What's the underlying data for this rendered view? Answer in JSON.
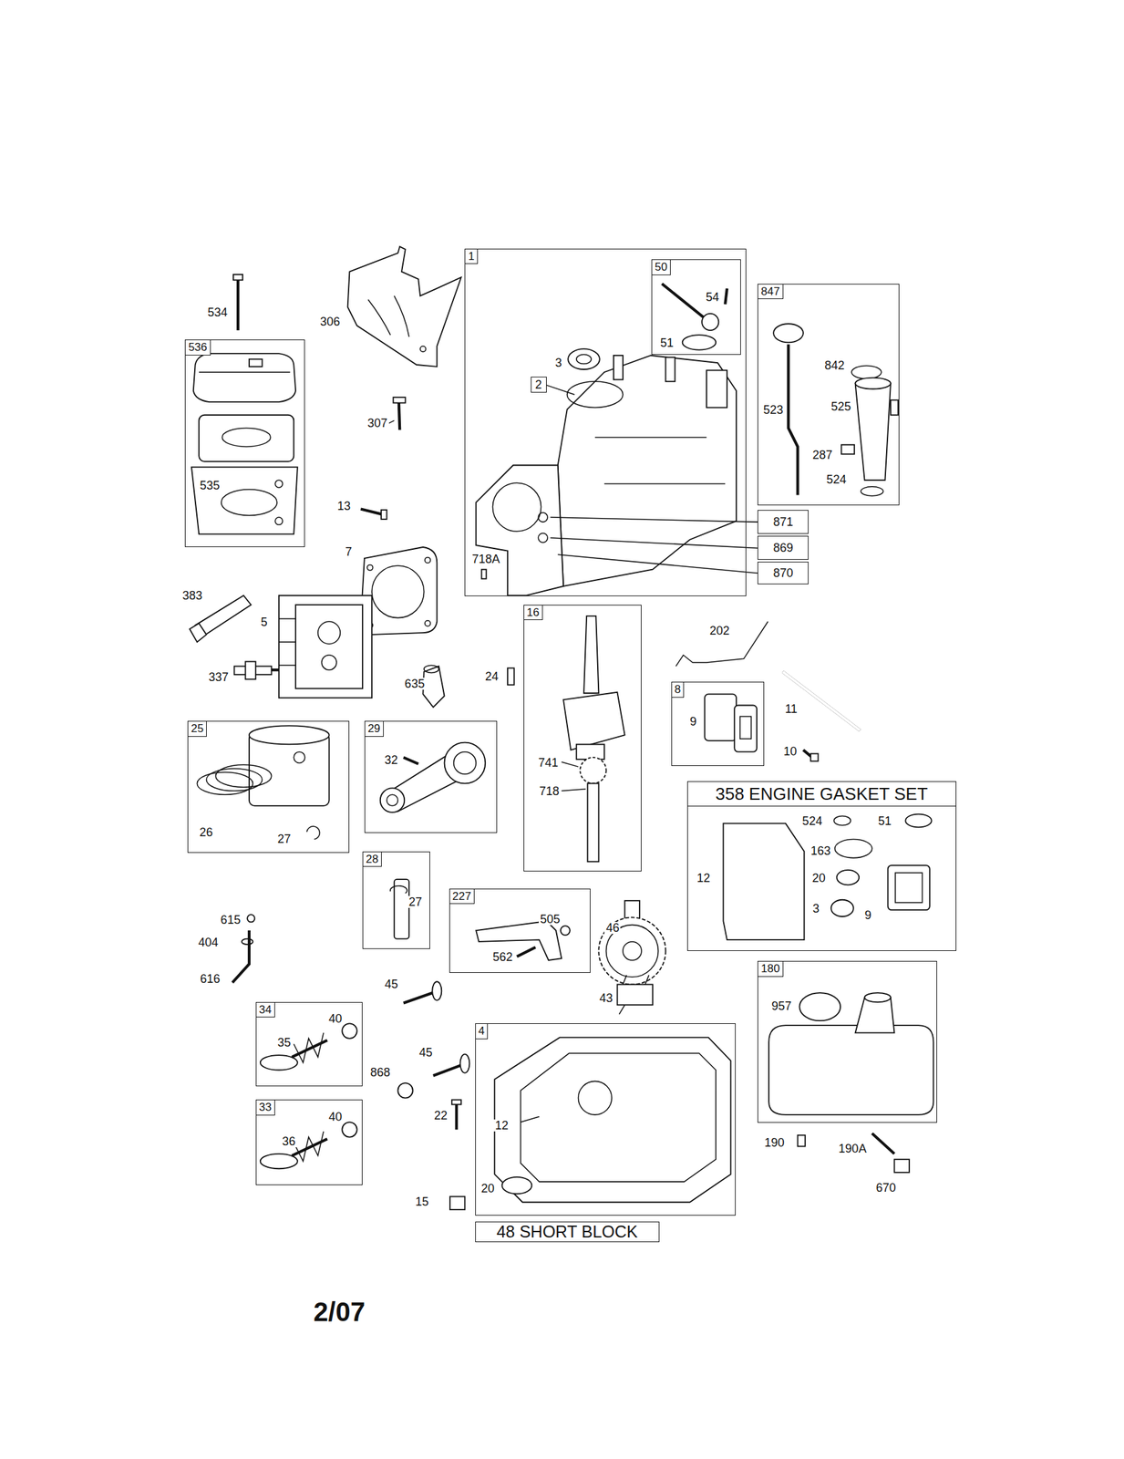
{
  "diagram": {
    "nodes": [
      {
        "text": [
          "1",
          "3",
          "718A"
        ]
      },
      {
        "text": [
          "2"
        ],
        "in": 0
      },
      {
        "text": [
          "50",
          "54",
          "51"
        ],
        "in": 0
      },
      {
        "text": [
          "847",
          "842",
          "523",
          "525",
          "287",
          "524"
        ]
      },
      {
        "text": [
          "536",
          "535"
        ]
      },
      {
        "text": [
          "871"
        ]
      },
      {
        "text": [
          "869"
        ]
      },
      {
        "text": [
          "870"
        ]
      },
      {
        "text": [
          "16",
          "741",
          "718"
        ]
      },
      {
        "text": [
          "8",
          "9"
        ]
      },
      {
        "text": [
          "25",
          "26",
          "27"
        ]
      },
      {
        "text": [
          "29",
          "32"
        ]
      },
      {
        "text": [
          "358 ENGINE GASKET SET",
          "524",
          "51",
          "163",
          "20",
          "3",
          "9",
          "12"
        ]
      },
      {
        "text": [
          "28",
          "27"
        ]
      },
      {
        "text": [
          "227",
          "505",
          "562"
        ]
      },
      {
        "text": [
          "180",
          "957"
        ]
      },
      {
        "text": [
          "34",
          "40",
          "35"
        ]
      },
      {
        "text": [
          "33",
          "40",
          "36"
        ]
      },
      {
        "text": [
          "4",
          "12",
          "20"
        ]
      },
      {
        "text": [
          "48 SHORT BLOCK"
        ]
      }
    ],
    "labels": [
      "534",
      "306",
      "307",
      "13",
      "7",
      "383",
      "5",
      "337",
      "635",
      "24",
      "202",
      "11",
      "10",
      "615",
      "404",
      "616",
      "45",
      "45",
      "46",
      "43",
      "868",
      "22",
      "15",
      "190",
      "190A",
      "670",
      "2/07"
    ]
  }
}
